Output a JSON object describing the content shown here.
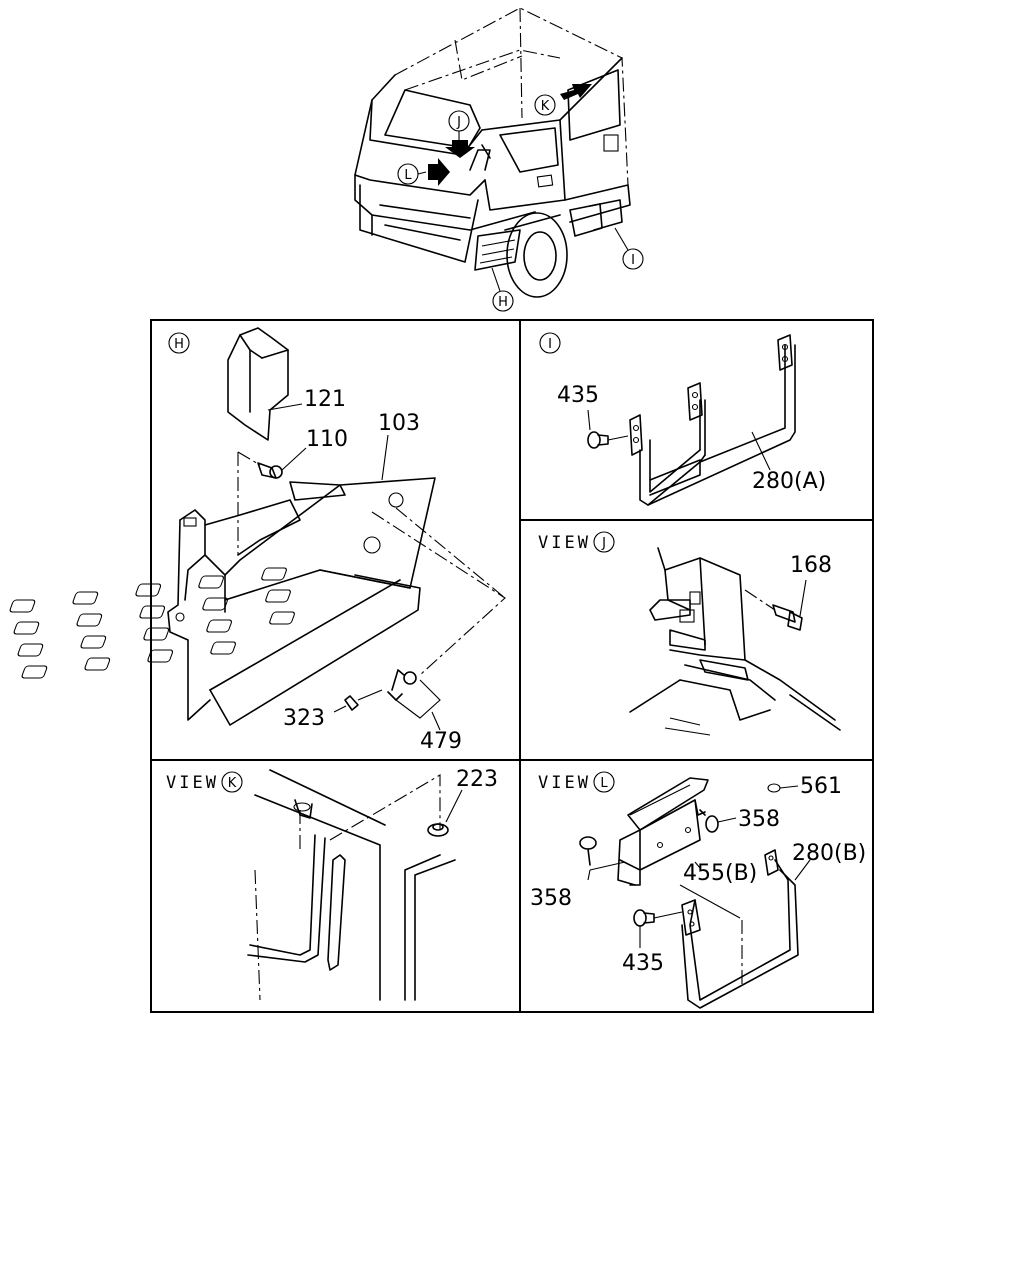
{
  "overview": {
    "callouts": [
      {
        "letter": "J"
      },
      {
        "letter": "K"
      },
      {
        "letter": "L"
      },
      {
        "letter": "I"
      },
      {
        "letter": "H"
      }
    ]
  },
  "panels": {
    "H": {
      "letter": "H",
      "parts": [
        "121",
        "110",
        "103",
        "323",
        "479"
      ]
    },
    "I": {
      "letter": "I",
      "parts": [
        "435",
        "280(A)"
      ]
    },
    "J": {
      "view_label": "VIEW",
      "letter": "J",
      "parts": [
        "168"
      ]
    },
    "K": {
      "view_label": "VIEW",
      "letter": "K",
      "parts": [
        "223"
      ]
    },
    "L": {
      "view_label": "VIEW",
      "letter": "L",
      "parts": [
        "561",
        "358",
        "280(B)",
        "455(B)",
        "358",
        "435"
      ]
    }
  }
}
